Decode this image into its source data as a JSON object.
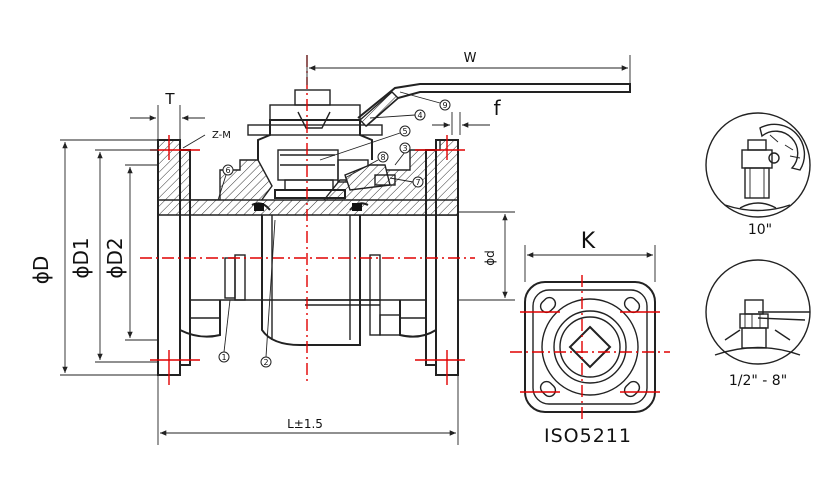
{
  "dimensions": {
    "phi_D": "ϕD",
    "phi_D1": "ϕD1",
    "phi_D2": "ϕD2",
    "T": "T",
    "W": "W",
    "f": "f",
    "phi_d": "ϕd",
    "L": "L±1.5",
    "K": "K",
    "thread": "Z-M"
  },
  "standard_label": "ISO5211",
  "detail_labels": {
    "large": "10\"",
    "small": "1/2\" - 8\""
  },
  "callouts": [
    "1",
    "2",
    "3",
    "4",
    "5",
    "6",
    "7",
    "8",
    "9"
  ],
  "colors": {
    "lines": "#222222",
    "centerlines": "#e00000",
    "background": "#ffffff"
  }
}
